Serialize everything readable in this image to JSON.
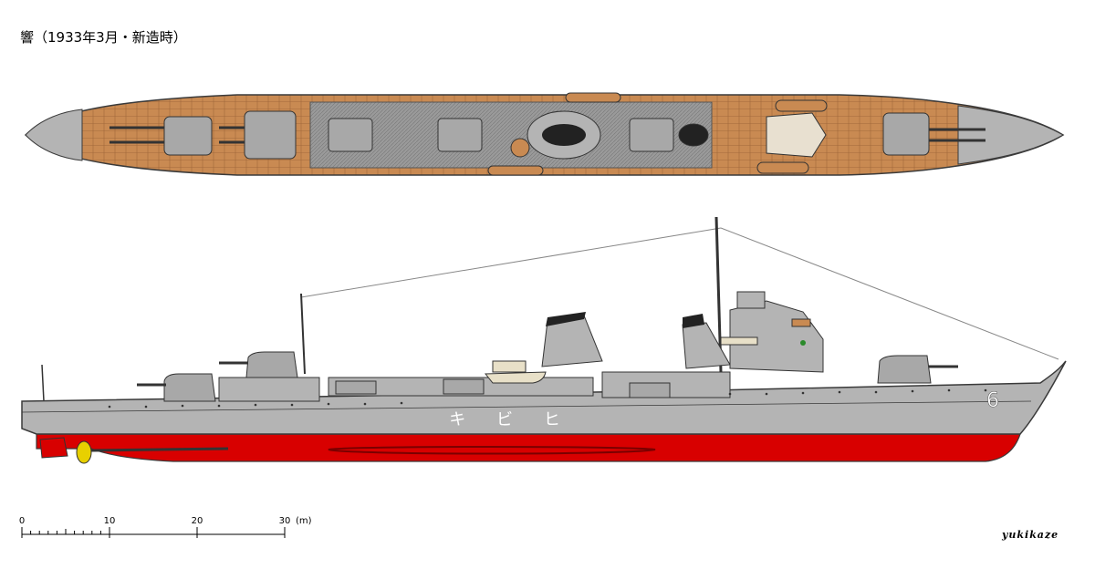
{
  "title": "響（1933年3月・新造時）",
  "hull_markings": {
    "katakana_name": "キ ビ ヒ",
    "hull_number": "6"
  },
  "scale": {
    "ticks": [
      "0",
      "10",
      "20",
      "30"
    ],
    "unit": "(m)"
  },
  "signature": "yukikaze",
  "colors": {
    "hull_gray": "#b4b4b4",
    "deck_wood": "#c98a52",
    "waterline_red": "#d80000",
    "outline": "#3a3a3a"
  }
}
